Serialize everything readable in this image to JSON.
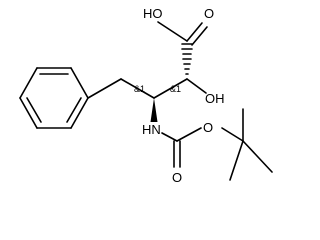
{
  "molecule": {
    "atoms": {
      "carboxyl_oh": "HO",
      "carbonyl_o_acid": "O",
      "hydroxyl": "OH",
      "amine": "HN",
      "carbamate_o": "O",
      "carbonyl_o_boc": "O"
    },
    "stereo_labels": {
      "c3": "&1",
      "c2": "&1"
    }
  }
}
